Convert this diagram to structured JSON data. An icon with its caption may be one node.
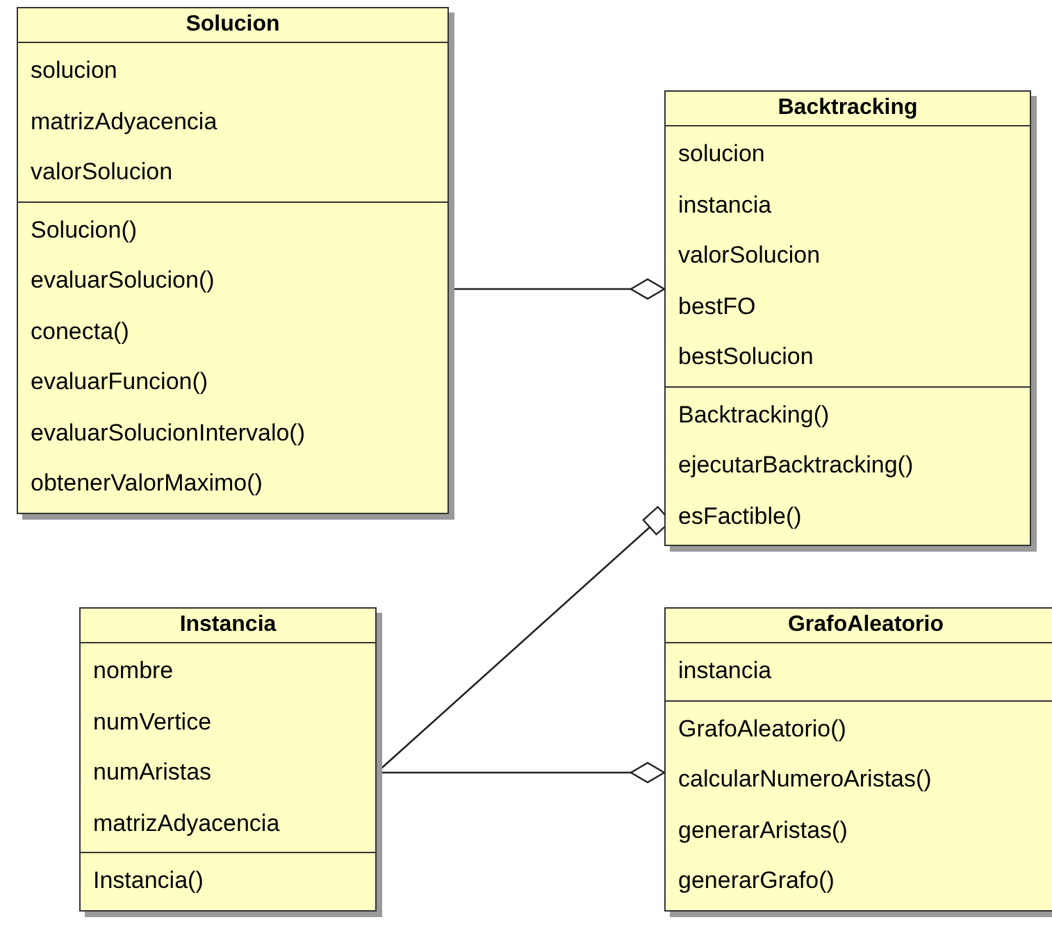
{
  "diagram": {
    "nodes": [
      {
        "text": [
          "Solucion",
          "solucion",
          "matrizAdyacencia",
          "valorSolucion",
          "Solucion()",
          "evaluarSolucion()",
          "conecta()",
          "evaluarFuncion()",
          "evaluarSolucionIntervalo()",
          "obtenerValorMaximo()"
        ]
      },
      {
        "text": [
          "Backtracking",
          "solucion",
          "instancia",
          "valorSolucion",
          "bestFO",
          "bestSolucion",
          "Backtracking()",
          "ejecutarBacktracking()",
          "esFactible()"
        ]
      },
      {
        "text": [
          "Instancia",
          "nombre",
          "numVertice",
          "numAristas",
          "matrizAdyacencia",
          "Instancia()"
        ]
      },
      {
        "text": [
          "GrafoAleatorio",
          "instancia",
          "GrafoAleatorio()",
          "calcularNumeroAristas()",
          "generarAristas()",
          "generarGrafo()"
        ]
      }
    ],
    "edges": [
      {
        "from": 0,
        "to": 1,
        "arrow": "other"
      },
      {
        "from": 2,
        "to": 1,
        "arrow": "other"
      },
      {
        "from": 2,
        "to": 3,
        "arrow": "other"
      }
    ]
  }
}
